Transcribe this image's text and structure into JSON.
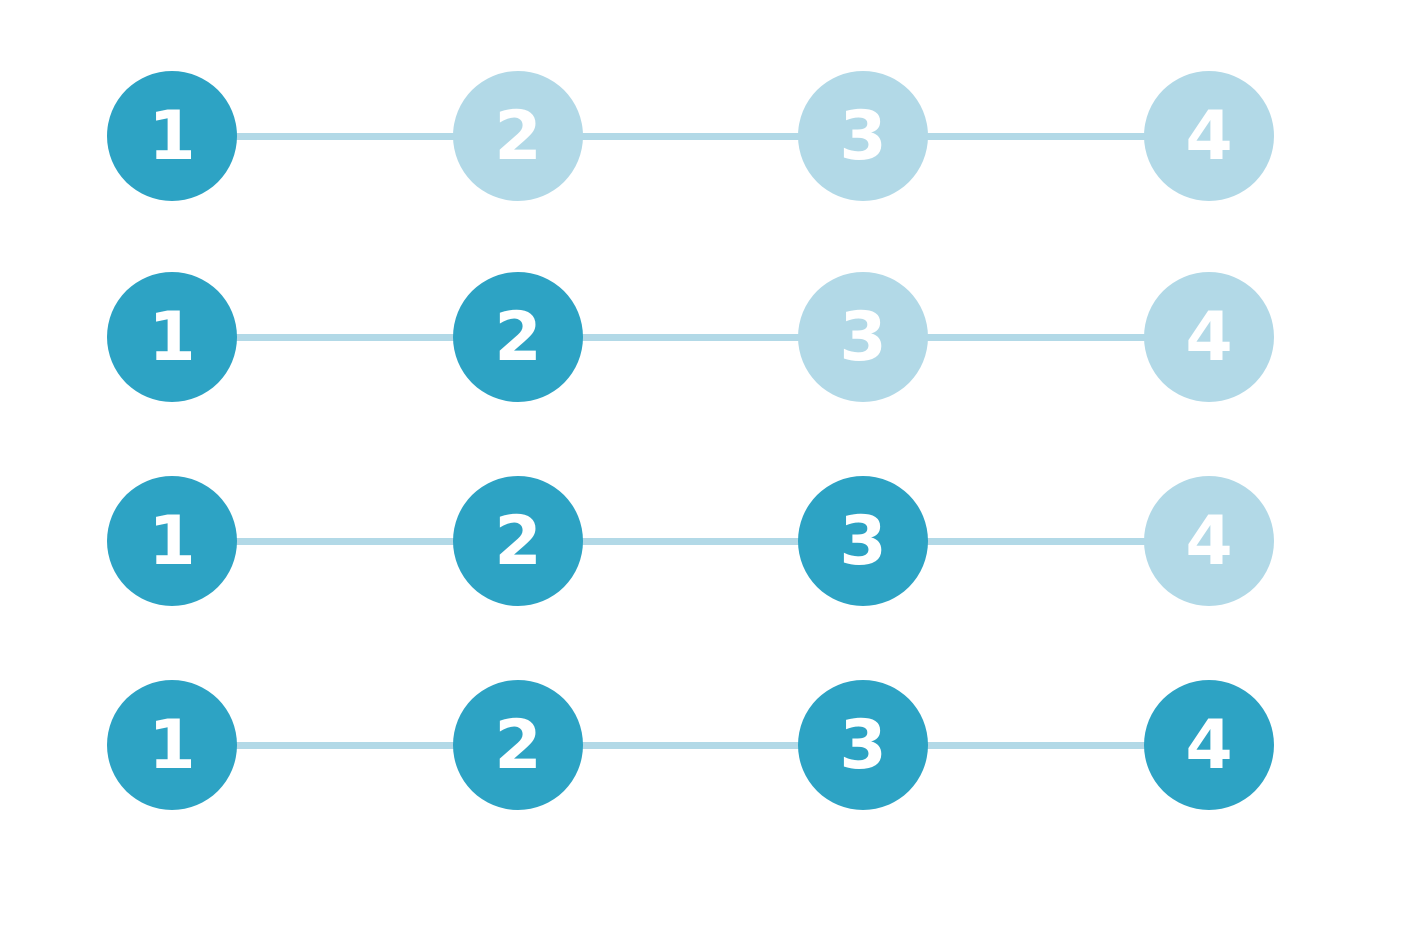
{
  "colors": {
    "active": "#2da3c4",
    "inactive": "#b2d9e7",
    "connector": "#b2d9e7",
    "number": "#ffffff"
  },
  "steppers": [
    {
      "current_step": 1,
      "steps": [
        "1",
        "2",
        "3",
        "4"
      ]
    },
    {
      "current_step": 2,
      "steps": [
        "1",
        "2",
        "3",
        "4"
      ]
    },
    {
      "current_step": 3,
      "steps": [
        "1",
        "2",
        "3",
        "4"
      ]
    },
    {
      "current_step": 4,
      "steps": [
        "1",
        "2",
        "3",
        "4"
      ]
    }
  ]
}
